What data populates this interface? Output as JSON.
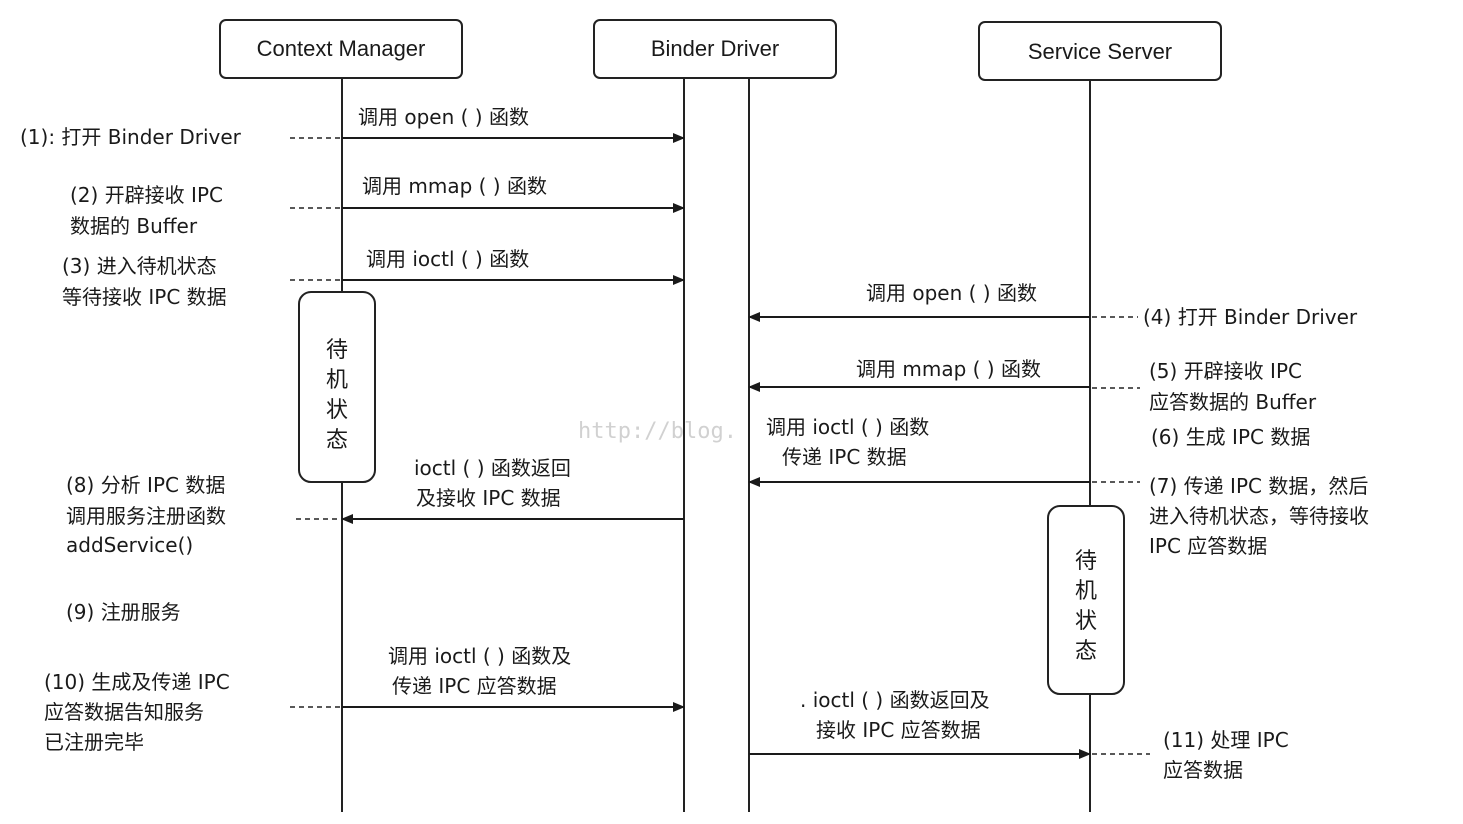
{
  "participants": {
    "context_manager": "Context Manager",
    "binder_driver": "Binder Driver",
    "service_server": "Service Server"
  },
  "waiting_state": [
    "待",
    "机",
    "状",
    "态"
  ],
  "messages": {
    "m1": "调用 open ( ) 函数",
    "m2": "调用 mmap ( ) 函数",
    "m3": "调用 ioctl ( ) 函数",
    "m4": "调用 open ( ) 函数",
    "m5": "调用 mmap ( ) 函数",
    "m6_line1": "调用 ioctl ( ) 函数",
    "m6_line2": "传递 IPC 数据",
    "m8_line1": "ioctl ( ) 函数返回",
    "m8_line2": "及接收 IPC 数据",
    "m10_line1": "调用 ioctl ( ) 函数及",
    "m10_line2": "传递 IPC 应答数据",
    "m11_line1": ". ioctl ( ) 函数返回及",
    "m11_line2": "接收 IPC 应答数据"
  },
  "steps": {
    "s1": [
      "(1): 打开 Binder Driver"
    ],
    "s2": [
      "(2) 开辟接收 IPC",
      "数据的 Buffer"
    ],
    "s3": [
      "(3) 进入待机状态",
      "等待接收 IPC 数据"
    ],
    "s4": [
      "(4) 打开 Binder Driver"
    ],
    "s5": [
      "(5) 开辟接收 IPC",
      "应答数据的 Buffer"
    ],
    "s6": [
      "(6) 生成 IPC 数据"
    ],
    "s7": [
      "(7) 传递 IPC 数据，然后",
      "进入待机状态，等待接收",
      "IPC 应答数据"
    ],
    "s8": [
      "(8) 分析 IPC 数据",
      "调用服务注册函数",
      "addService()"
    ],
    "s9": [
      "(9) 注册服务"
    ],
    "s10": [
      "(10) 生成及传递 IPC",
      "应答数据告知服务",
      "已注册完毕"
    ],
    "s11": [
      "(11) 处理 IPC",
      "应答数据"
    ]
  },
  "watermark": "http://blog."
}
